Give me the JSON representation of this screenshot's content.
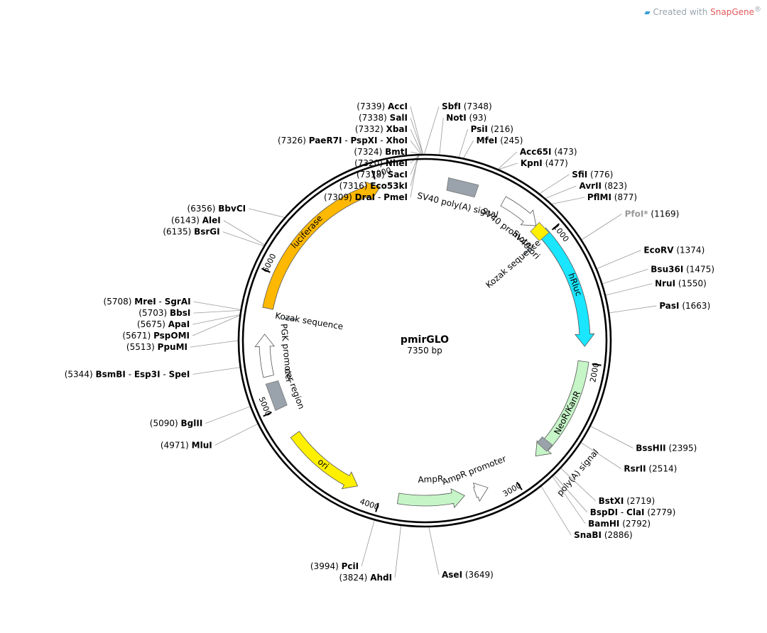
{
  "watermark": {
    "prefix": "Created with ",
    "brand": "SnapGene",
    "mark": "®",
    "icon": "snapgene-logo-icon"
  },
  "plasmid": {
    "name": "pmirGLO",
    "size_label": "7350 bp",
    "length": 7350
  },
  "ticks": [
    {
      "pos": 1000,
      "label": "1000"
    },
    {
      "pos": 2000,
      "label": "2000"
    },
    {
      "pos": 3000,
      "label": "3000"
    },
    {
      "pos": 4000,
      "label": "4000"
    },
    {
      "pos": 5000,
      "label": "5000"
    },
    {
      "pos": 6000,
      "label": "6000"
    },
    {
      "pos": 7000,
      "label": "7000"
    }
  ],
  "features": [
    {
      "name": "luciferase",
      "label": "luciferase",
      "type": "arrow",
      "start": 5750,
      "end": 7020,
      "color": "#ffb800",
      "text_color": "#000000",
      "label_side": "on"
    },
    {
      "name": "hRluc",
      "label": "hRluc",
      "type": "arrow",
      "start": 960,
      "end": 1880,
      "color": "#1ae6ff",
      "text_color": "#000000",
      "label_side": "on"
    },
    {
      "name": "NeoR/KanR",
      "label": "NeoR/KanR",
      "type": "arrow",
      "start": 1990,
      "end": 2780,
      "color": "#c6f5c8",
      "text_color": "#000000",
      "label_side": "on"
    },
    {
      "name": "AmpR",
      "label": "AmpR",
      "type": "arrow",
      "start": 3380,
      "end": 3870,
      "color": "#c6f5c8",
      "text_color": "#000000",
      "label_side": "in",
      "reverse": true
    },
    {
      "name": "ori",
      "label": "ori",
      "type": "arrow",
      "start": 4180,
      "end": 4780,
      "color": "#fff000",
      "text_color": "#000000",
      "label_side": "on",
      "reverse": true
    },
    {
      "name": "PGK promoter",
      "label": "PGK promoter",
      "type": "arrow",
      "start": 5250,
      "end": 5560,
      "color": "#ffffff",
      "text_color": "#000000",
      "label_side": "in"
    },
    {
      "name": "SV40 promoter",
      "label": "SV40 promoter",
      "type": "arrow",
      "start": 600,
      "end": 900,
      "color": "#ffffff",
      "text_color": "#000000",
      "label_side": "in"
    },
    {
      "name": "AmpR promoter",
      "label": "AmpR promoter",
      "type": "arrow",
      "start": 3200,
      "end": 3300,
      "color": "#ffffff",
      "text_color": "#000000",
      "label_side": "in",
      "reverse": true
    },
    {
      "name": "SV40 poly(A) signal",
      "label": "SV40 poly(A) signal",
      "type": "box",
      "start": 170,
      "end": 390,
      "color": "#9aa3ab",
      "text_color": "#000000",
      "label_side": "in"
    },
    {
      "name": "cer region",
      "label": "cer region",
      "type": "box",
      "start": 5000,
      "end": 5200,
      "color": "#9aa3ab",
      "text_color": "#000000",
      "label_side": "in"
    },
    {
      "name": "poly(A) signal",
      "label": "poly(A) signal",
      "type": "box",
      "start": 2640,
      "end": 2700,
      "color": "#9aa3ab",
      "text_color": "#000000",
      "label_side": "out"
    },
    {
      "name": "SV40 ori",
      "label": "SV40 ori",
      "type": "box",
      "start": 900,
      "end": 1000,
      "color": "#fff000",
      "text_color": "#000000",
      "label_side": "in"
    },
    {
      "name": "Kozak sequence 1",
      "label": "Kozak sequence",
      "type": "mark",
      "start": 1000,
      "end": 1010,
      "color": "#9aa3ab",
      "text_color": "#000000",
      "label_side": "in"
    },
    {
      "name": "Kozak sequence 2",
      "label": "Kozak sequence",
      "type": "mark",
      "start": 5700,
      "end": 5710,
      "color": "#9aa3ab",
      "text_color": "#000000",
      "label_side": "in"
    }
  ],
  "sites": [
    {
      "id": "AccI",
      "parts": [
        "AccI"
      ],
      "pos": "7339",
      "gray": false
    },
    {
      "id": "SalI",
      "parts": [
        "SalI"
      ],
      "pos": "7338",
      "gray": false
    },
    {
      "id": "XbaI",
      "parts": [
        "XbaI"
      ],
      "pos": "7332",
      "gray": false
    },
    {
      "id": "PaeR7I-PspXI-XhoI",
      "parts": [
        "PaeR7I",
        "PspXI",
        "XhoI"
      ],
      "pos": "7326",
      "gray": false
    },
    {
      "id": "BmtI",
      "parts": [
        "BmtI"
      ],
      "pos": "7324",
      "gray": false
    },
    {
      "id": "NheI",
      "parts": [
        "NheI"
      ],
      "pos": "7320",
      "gray": false
    },
    {
      "id": "SacI",
      "parts": [
        "SacI"
      ],
      "pos": "7318",
      "gray": false
    },
    {
      "id": "Eco53kI",
      "parts": [
        "Eco53kI"
      ],
      "pos": "7316",
      "gray": false
    },
    {
      "id": "DraI-PmeI",
      "parts": [
        "DraI",
        "PmeI"
      ],
      "pos": "7309",
      "gray": false
    },
    {
      "id": "SbfI",
      "parts": [
        "SbfI"
      ],
      "pos": "7348",
      "gray": false
    },
    {
      "id": "NotI",
      "parts": [
        "NotI"
      ],
      "pos": "93",
      "gray": false
    },
    {
      "id": "PsiI",
      "parts": [
        "PsiI"
      ],
      "pos": "216",
      "gray": false
    },
    {
      "id": "MfeI",
      "parts": [
        "MfeI"
      ],
      "pos": "245",
      "gray": false
    },
    {
      "id": "Acc65I",
      "parts": [
        "Acc65I"
      ],
      "pos": "473",
      "gray": false
    },
    {
      "id": "KpnI",
      "parts": [
        "KpnI"
      ],
      "pos": "477",
      "gray": false
    },
    {
      "id": "SfiI",
      "parts": [
        "SfiI"
      ],
      "pos": "776",
      "gray": false
    },
    {
      "id": "AvrII",
      "parts": [
        "AvrII"
      ],
      "pos": "823",
      "gray": false
    },
    {
      "id": "PflMI",
      "parts": [
        "PflMI"
      ],
      "pos": "877",
      "gray": false
    },
    {
      "id": "PfoI",
      "parts": [
        "PfoI*"
      ],
      "pos": "1169",
      "gray": true
    },
    {
      "id": "EcoRV",
      "parts": [
        "EcoRV"
      ],
      "pos": "1374",
      "gray": false
    },
    {
      "id": "Bsu36I",
      "parts": [
        "Bsu36I"
      ],
      "pos": "1475",
      "gray": false
    },
    {
      "id": "NruI",
      "parts": [
        "NruI"
      ],
      "pos": "1550",
      "gray": false
    },
    {
      "id": "PasI",
      "parts": [
        "PasI"
      ],
      "pos": "1663",
      "gray": false
    },
    {
      "id": "BssHII",
      "parts": [
        "BssHII"
      ],
      "pos": "2395",
      "gray": false
    },
    {
      "id": "RsrII",
      "parts": [
        "RsrII"
      ],
      "pos": "2514",
      "gray": false
    },
    {
      "id": "BstXI",
      "parts": [
        "BstXI"
      ],
      "pos": "2719",
      "gray": false
    },
    {
      "id": "BspDI-ClaI",
      "parts": [
        "BspDI",
        "ClaI"
      ],
      "pos": "2779",
      "gray": false
    },
    {
      "id": "BamHI",
      "parts": [
        "BamHI"
      ],
      "pos": "2792",
      "gray": false
    },
    {
      "id": "SnaBI",
      "parts": [
        "SnaBI"
      ],
      "pos": "2886",
      "gray": false
    },
    {
      "id": "AseI",
      "parts": [
        "AseI"
      ],
      "pos": "3649",
      "gray": false
    },
    {
      "id": "AhdI",
      "parts": [
        "AhdI"
      ],
      "pos": "3824",
      "gray": false
    },
    {
      "id": "PciI",
      "parts": [
        "PciI"
      ],
      "pos": "3994",
      "gray": false
    },
    {
      "id": "MluI",
      "parts": [
        "MluI"
      ],
      "pos": "4971",
      "gray": false
    },
    {
      "id": "BglII",
      "parts": [
        "BglII"
      ],
      "pos": "5090",
      "gray": false
    },
    {
      "id": "BsmBI-Esp3I-SpeI",
      "parts": [
        "BsmBI",
        "Esp3I",
        "SpeI"
      ],
      "pos": "5344",
      "gray": false
    },
    {
      "id": "PpuMI",
      "parts": [
        "PpuMI"
      ],
      "pos": "5513",
      "gray": false
    },
    {
      "id": "PspOMI",
      "parts": [
        "PspOMI"
      ],
      "pos": "5671",
      "gray": false
    },
    {
      "id": "ApaI",
      "parts": [
        "ApaI"
      ],
      "pos": "5675",
      "gray": false
    },
    {
      "id": "BbsI",
      "parts": [
        "BbsI"
      ],
      "pos": "5703",
      "gray": false
    },
    {
      "id": "MreI-SgrAI",
      "parts": [
        "MreI",
        "SgrAI"
      ],
      "pos": "5708",
      "gray": false
    },
    {
      "id": "BsrGI",
      "parts": [
        "BsrGI"
      ],
      "pos": "6135",
      "gray": false
    },
    {
      "id": "AleI",
      "parts": [
        "AleI"
      ],
      "pos": "6143",
      "gray": false
    },
    {
      "id": "BbvCI",
      "parts": [
        "BbvCI"
      ],
      "pos": "6356",
      "gray": false
    }
  ]
}
